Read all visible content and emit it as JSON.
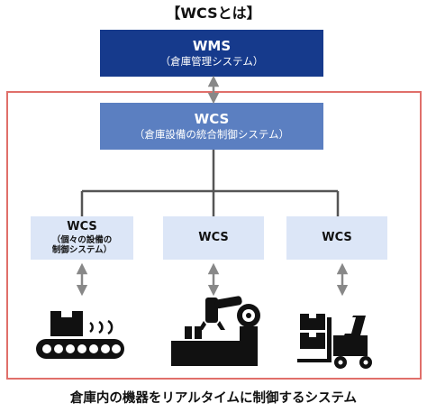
{
  "title": "【WCSとは】",
  "wms": {
    "label": "WMS",
    "sub": "（倉庫管理システム）"
  },
  "wcs_main": {
    "label": "WCS",
    "sub": "（倉庫設備の統合制御システム）"
  },
  "sub_systems": [
    {
      "label": "WCS",
      "sub_line1": "（個々の設備の",
      "sub_line2": "制御システム）"
    },
    {
      "label": "WCS"
    },
    {
      "label": "WCS"
    }
  ],
  "equipment_icons": [
    "conveyor-box-icon",
    "robot-arm-icon",
    "forklift-icon"
  ],
  "caption": "倉庫内の機器をリアルタイムに制御するシステム",
  "colors": {
    "wms_bg": "#163a8c",
    "wcs_main_bg": "#5b7fc1",
    "sub_box_bg": "#dce6f7",
    "frame_border": "#e06f6a",
    "connector": "#555555",
    "arrow": "#888888"
  }
}
